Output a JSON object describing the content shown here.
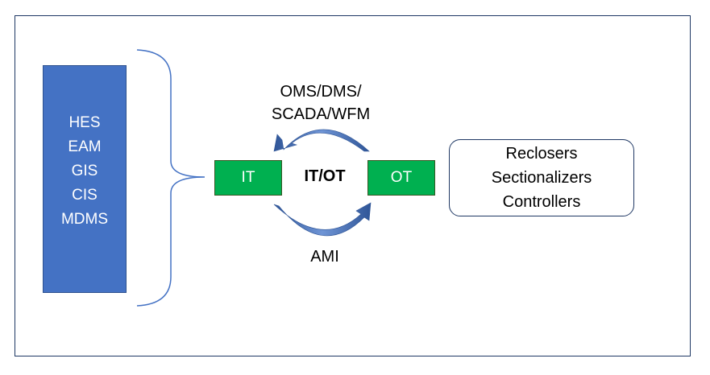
{
  "systems": {
    "items": [
      "HES",
      "EAM",
      "GIS",
      "CIS",
      "MDMS"
    ]
  },
  "it_box": {
    "label": "IT"
  },
  "ot_box": {
    "label": "OT"
  },
  "center": {
    "label": "IT/OT"
  },
  "top_cycle": {
    "lines": [
      "OMS/DMS/",
      "SCADA/WFM"
    ]
  },
  "bottom_cycle": {
    "label": "AMI"
  },
  "devices": {
    "items": [
      "Reclosers",
      "Sectionalizers",
      "Controllers"
    ]
  },
  "colors": {
    "systems_fill": "#4472c4",
    "it_ot_fill": "#00b050",
    "arrow": "#4472c4",
    "frame": "#1f3864"
  }
}
